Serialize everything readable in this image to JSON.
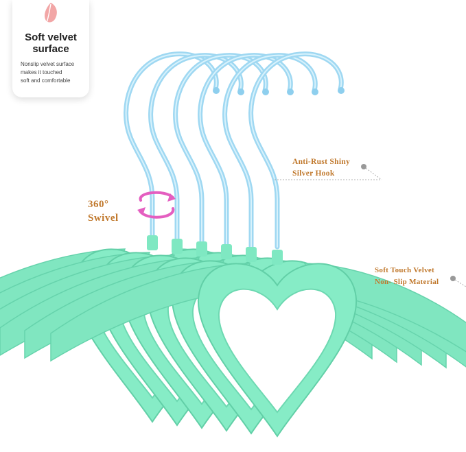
{
  "feature_card": {
    "icon": "feather-icon",
    "title_line1": "Soft velvet",
    "title_line2": "surface",
    "desc_line1": "Nonslip velvet surface",
    "desc_line2": "makes it touched",
    "desc_line3": "soft and comfortable"
  },
  "callouts": {
    "hook_line1": "Anti-Rust Shiny",
    "hook_line2": "Silver Hook",
    "material_line1": "Soft Touch Velvet",
    "material_line2": "Non- Slip Material",
    "swivel_line1": "360°",
    "swivel_line2": "Swivel"
  },
  "colors": {
    "hanger": "#7fe8c2",
    "hanger_edge": "#5fd1a9",
    "hook": "#7cc9ec",
    "accent": "#c0782c",
    "swivel_arrow": "#e45ec0",
    "feather": "#f2a6a6"
  }
}
